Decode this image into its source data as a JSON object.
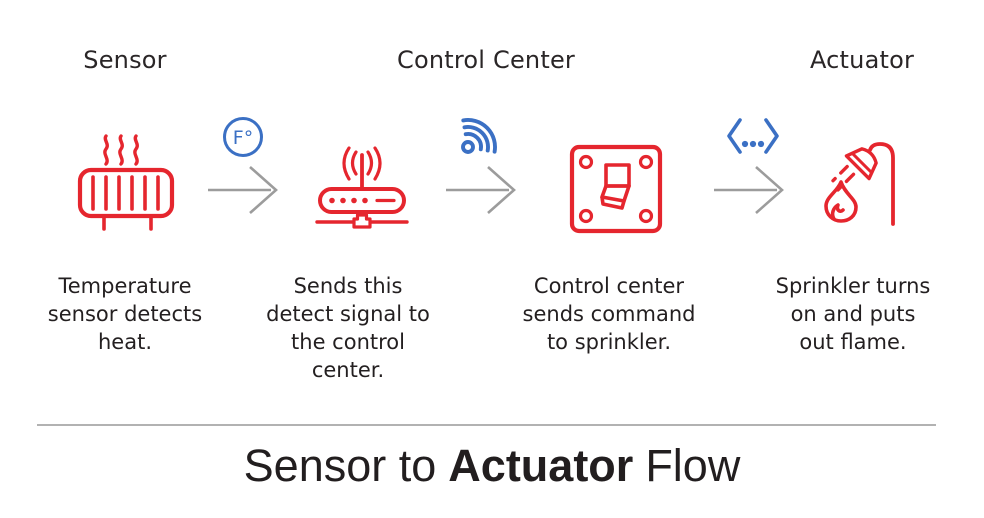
{
  "colors": {
    "icon_red": "#e5262e",
    "icon_blue": "#3b70c4",
    "arrow_gray": "#9c9c9c",
    "text_dark": "#231f20",
    "divider_gray": "#b2b2b2"
  },
  "headers": {
    "sensor": "Sensor",
    "control_center": "Control Center",
    "actuator": "Actuator"
  },
  "steps": [
    {
      "icon": "radiator-heat-icon",
      "lines": [
        "Temperature",
        "sensor detects",
        "heat."
      ]
    },
    {
      "icon": "wifi-router-icon",
      "lines": [
        "Sends this",
        "detect signal to",
        "the control",
        "center."
      ]
    },
    {
      "icon": "wall-switch-icon",
      "lines": [
        "Control center",
        "sends command",
        "to sprinkler."
      ]
    },
    {
      "icon": "sprinkler-flame-icon",
      "lines": [
        "Sprinkler turns",
        "on and puts",
        "out flame."
      ]
    }
  ],
  "connectors": [
    {
      "icon": "fahrenheit-badge-icon",
      "label": "F°"
    },
    {
      "icon": "wireless-signal-icon"
    },
    {
      "icon": "code-message-icon"
    }
  ],
  "title": {
    "pre": "Sensor to",
    "bold": "Actuator",
    "post": "Flow"
  }
}
